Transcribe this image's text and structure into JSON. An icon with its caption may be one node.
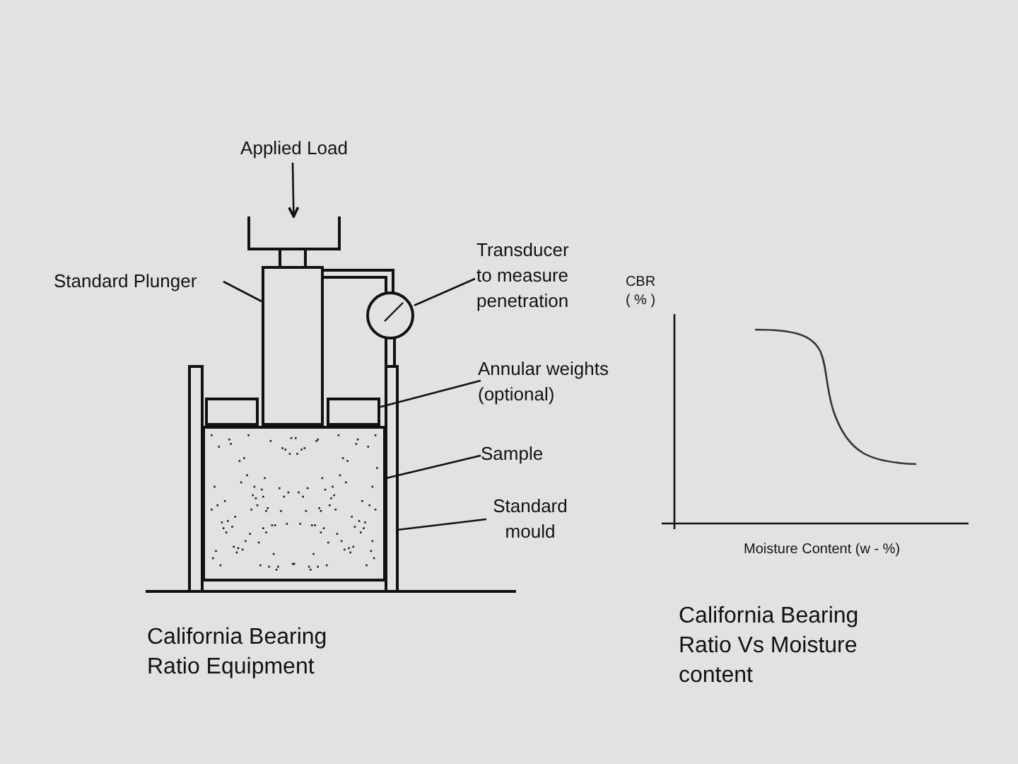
{
  "diagram": {
    "nodes": [
      {
        "text": [
          "Applied Load"
        ]
      },
      {
        "text": [],
        "shape": "box"
      },
      {
        "text": [
          "Standard Plunger"
        ]
      },
      {
        "text": [],
        "shape": "box"
      },
      {
        "text": [
          "Transducer to measure penetration"
        ]
      },
      {
        "text": [],
        "shape": "circle"
      },
      {
        "text": [
          "Annular weights (optional)"
        ]
      },
      {
        "text": [],
        "shape": "box"
      },
      {
        "text": [],
        "shape": "box"
      },
      {
        "text": [
          "Sample"
        ]
      },
      {
        "text": [],
        "shape": "box"
      },
      {
        "text": [
          "Standard mould"
        ]
      },
      {
        "text": [],
        "shape": "bar"
      }
    ],
    "edges": [
      {
        "from": 0,
        "to": 1,
        "arrow": "to"
      },
      {
        "from": 2,
        "to": 3,
        "arrow": "none"
      },
      {
        "from": 4,
        "to": 5,
        "arrow": "none"
      },
      {
        "from": 6,
        "to": 8,
        "arrow": "none"
      },
      {
        "from": 9,
        "to": 10,
        "arrow": "none"
      },
      {
        "from": 11,
        "to": 12,
        "arrow": "none"
      }
    ],
    "labels": [
      "CBR ( % )",
      "Moisture Content (w - %)",
      "California Bearing Ratio Vs Moisture content",
      "California Bearing Ratio Equipment"
    ]
  }
}
